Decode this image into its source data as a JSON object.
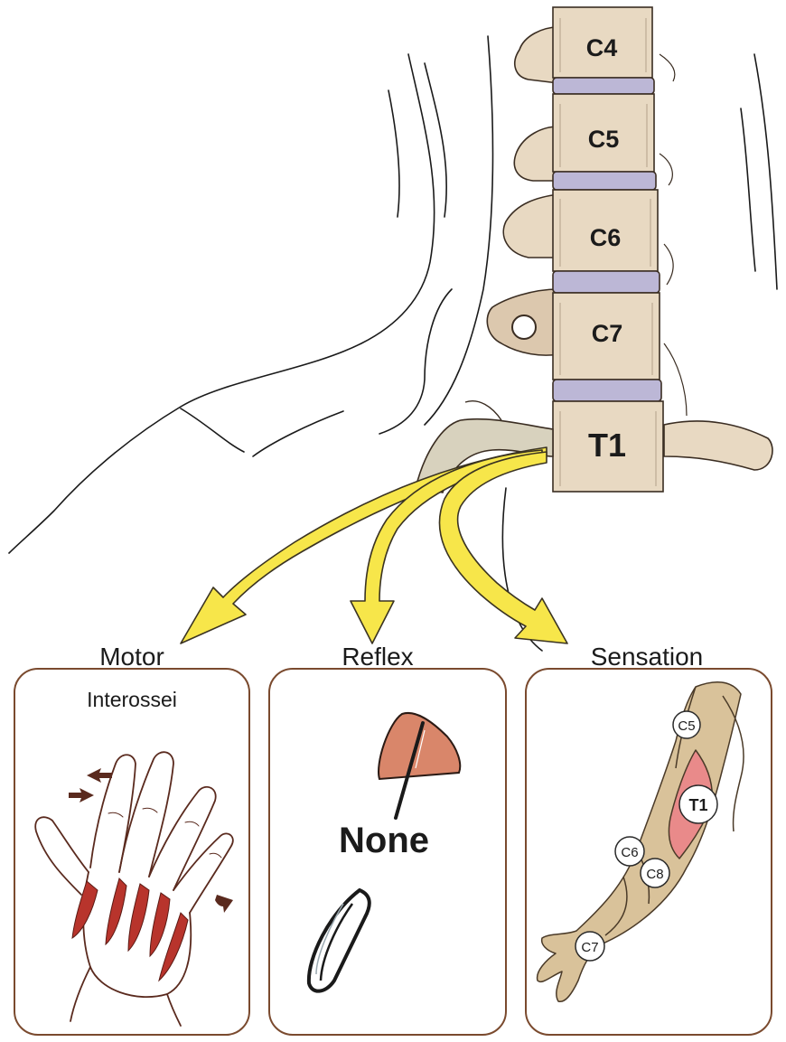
{
  "vertebrae": {
    "c4": "C4",
    "c5": "C5",
    "c6": "C6",
    "c7": "C7",
    "t1": "T1"
  },
  "panels": {
    "motor": {
      "title": "Motor",
      "subtitle": "Interossei"
    },
    "reflex": {
      "title": "Reflex",
      "value": "None"
    },
    "sensation": {
      "title": "Sensation",
      "dermatomes": {
        "c5": "C5",
        "t1": "T1",
        "c6": "C6",
        "c8": "C8",
        "c7": "C7"
      }
    }
  },
  "colors": {
    "vertebra": "#e8d9c2",
    "disc": "#bcb7d6",
    "arrow": "#f7e64a",
    "panel_border": "#7a4a2e",
    "hammer_head": "#d9866a",
    "dermatome_skin": "#d9c29a",
    "dermatome_t1": "#e98a8a",
    "muscle": "#b8342c"
  }
}
